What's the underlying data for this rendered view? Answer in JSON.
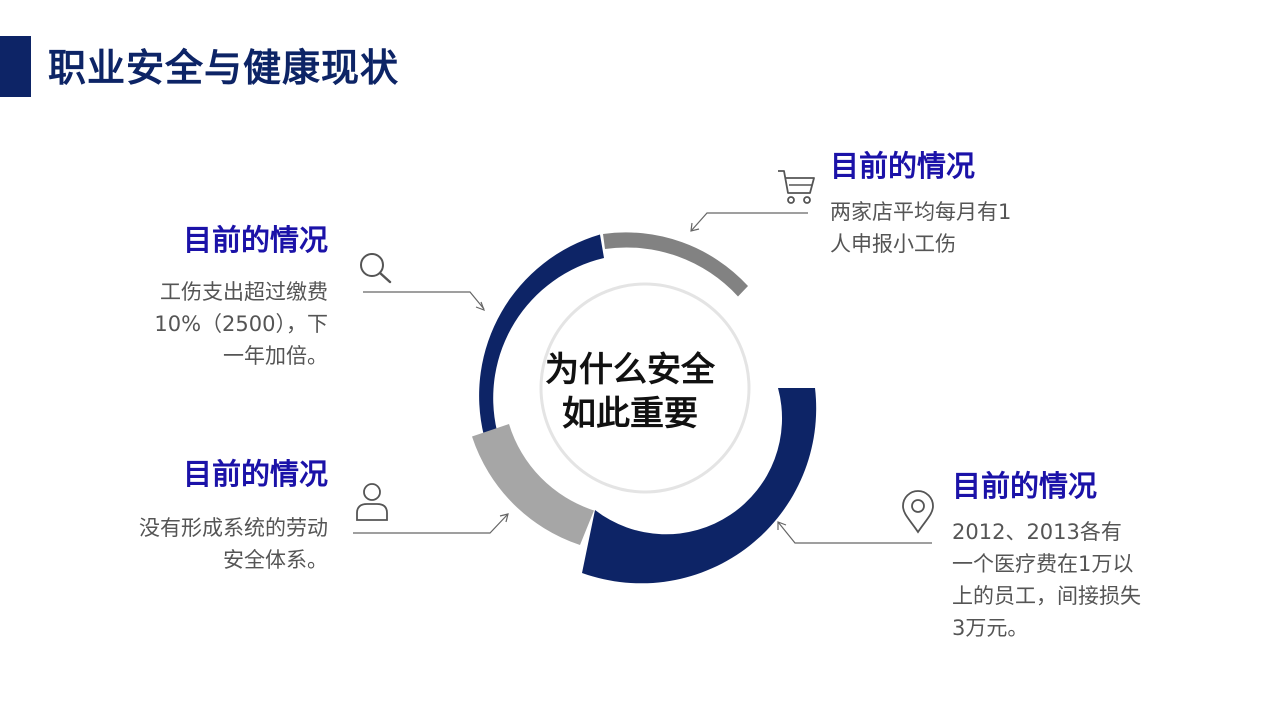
{
  "title": "职业安全与健康现状",
  "center": {
    "line1": "为什么安全",
    "line2": "如此重要"
  },
  "colors": {
    "navy": "#0d2466",
    "heading_blue": "#1b12a8",
    "gray_dark": "#828282",
    "gray_light": "#a6a6a6",
    "ring": "#e4e4e4",
    "connector": "#666666"
  },
  "blocks": {
    "top_left": {
      "heading": "目前的情况",
      "body": "工伤支出超过缴费\n10%（2500），下\n一年加倍。",
      "icon": "search-icon"
    },
    "bottom_left": {
      "heading": "目前的情况",
      "body": "没有形成系统的劳动\n安全体系。",
      "icon": "user-icon"
    },
    "top_right": {
      "heading": "目前的情况",
      "body": "两家店平均每月有1\n人申报小工伤",
      "icon": "shopping-cart-icon"
    },
    "bottom_right": {
      "heading": "目前的情况",
      "body": "2012、2013各有\n一个医疗费在1万以\n上的员工，间接损失\n3万元。",
      "icon": "location-pin-icon"
    }
  }
}
